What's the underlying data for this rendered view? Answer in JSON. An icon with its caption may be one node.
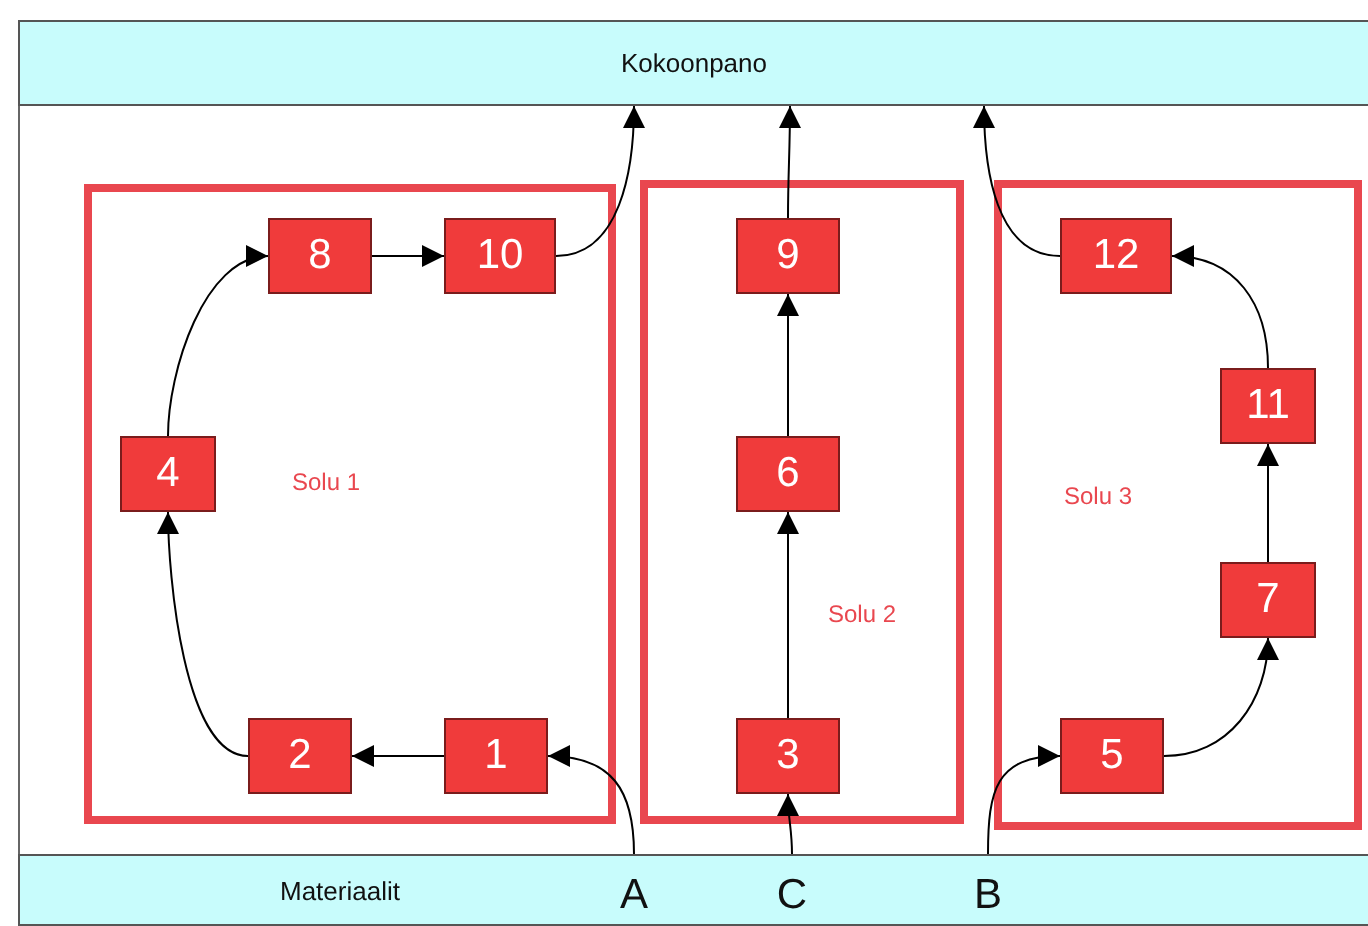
{
  "diagram": {
    "nodes": [
      {
        "text": [
          "Kokoonpano"
        ]
      },
      {
        "text": [
          "Solu 1"
        ]
      },
      {
        "text": [
          "8"
        ],
        "in": 1
      },
      {
        "text": [
          "10"
        ],
        "in": 1
      },
      {
        "text": [
          "4"
        ],
        "in": 1
      },
      {
        "text": [
          "2"
        ],
        "in": 1
      },
      {
        "text": [
          "1"
        ],
        "in": 1
      },
      {
        "text": [
          "Solu 2"
        ]
      },
      {
        "text": [
          "9"
        ],
        "in": 7
      },
      {
        "text": [
          "6"
        ],
        "in": 7
      },
      {
        "text": [
          "3"
        ],
        "in": 7
      },
      {
        "text": [
          "Solu 3"
        ]
      },
      {
        "text": [
          "12"
        ],
        "in": 11
      },
      {
        "text": [
          "11"
        ],
        "in": 11
      },
      {
        "text": [
          "7"
        ],
        "in": 11
      },
      {
        "text": [
          "5"
        ],
        "in": 11
      },
      {
        "text": [
          "Materiaalit"
        ]
      },
      {
        "text": [
          "A"
        ],
        "in": 16
      },
      {
        "text": [
          "C"
        ],
        "in": 16
      },
      {
        "text": [
          "B"
        ],
        "in": 16
      }
    ],
    "edges": [
      {
        "from": 17,
        "to": 6,
        "arrow": "to"
      },
      {
        "from": 6,
        "to": 5,
        "arrow": "to"
      },
      {
        "from": 5,
        "to": 4,
        "arrow": "to"
      },
      {
        "from": 4,
        "to": 2,
        "arrow": "to"
      },
      {
        "from": 2,
        "to": 3,
        "arrow": "to"
      },
      {
        "from": 3,
        "to": 0,
        "arrow": "to"
      },
      {
        "from": 18,
        "to": 10,
        "arrow": "to"
      },
      {
        "from": 10,
        "to": 9,
        "arrow": "to"
      },
      {
        "from": 9,
        "to": 8,
        "arrow": "to"
      },
      {
        "from": 8,
        "to": 0,
        "arrow": "to"
      },
      {
        "from": 19,
        "to": 15,
        "arrow": "to"
      },
      {
        "from": 15,
        "to": 14,
        "arrow": "to"
      },
      {
        "from": 14,
        "to": 13,
        "arrow": "to"
      },
      {
        "from": 13,
        "to": 12,
        "arrow": "to"
      },
      {
        "from": 12,
        "to": 0,
        "arrow": "to"
      }
    ]
  }
}
